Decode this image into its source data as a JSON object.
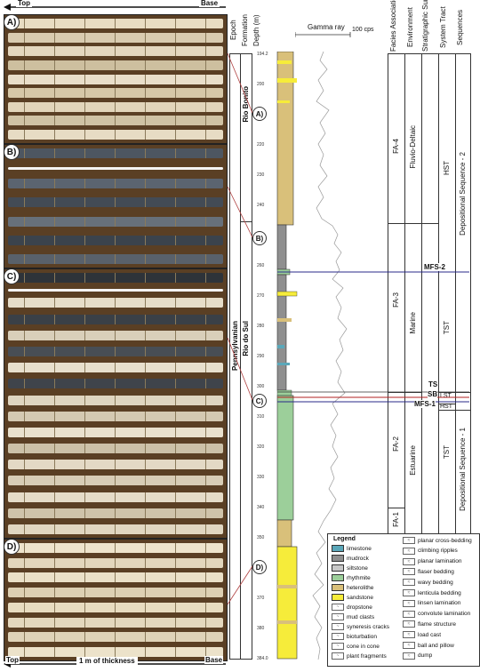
{
  "top_axis": {
    "left_label": "Top",
    "right_label": "Base"
  },
  "bottom_axis": {
    "left_label": "Top",
    "right_label": "Base",
    "scale_label": "1 m of thickness"
  },
  "core_boxes": [
    {
      "label": "A)",
      "row_colors": [
        "#e8dcc2",
        "#d9cbb0",
        "#e4d7bf",
        "#cdbf9f",
        "#e9dfca",
        "#d6c8a8",
        "#e2d5ba",
        "#cfc2a4",
        "#e7dcc4"
      ]
    },
    {
      "label": "B)",
      "row_colors": [
        "#4d5661",
        "#ffffff",
        "#5b6470",
        "#434b55",
        "#67707a",
        "#3b434c",
        "#59616b"
      ]
    },
    {
      "label": "C)",
      "row_colors": [
        "#2e3339",
        "#ffffff",
        "#e6ddc9",
        "#3a4047",
        "#d9cfba",
        "#484e55",
        "#e8e0cd",
        "#3f444b",
        "#dfd5c0",
        "#d4c9b2",
        "#e9e1ce",
        "#ccc1a8",
        "#e3d9c5",
        "#d8cdb6",
        "#e5dcc8",
        "#cfc3aa",
        "#e0d6c1"
      ]
    },
    {
      "label": "D)",
      "row_colors": [
        "#eee4cc",
        "#e2d6bc",
        "#ebe1c8",
        "#ddd0b3",
        "#e8dcc0",
        "#e4d8be",
        "#dfd3b8",
        "#ece2ca"
      ]
    }
  ],
  "column_headers": {
    "epoch": "Epoch",
    "formation": "Formation",
    "depth": "Depth (m)",
    "gamma": "Gamma ray",
    "gamma_scale": "100 cps",
    "facies": "Facies Association",
    "environment": "Environment",
    "surfaces": "Stratigraphic Surfaces",
    "system_tract": "System Tract",
    "sequences": "Sequences"
  },
  "epoch": "Pennsylvanian",
  "formations": {
    "upper": "Rio Bonito",
    "lower": "Rio do Sul"
  },
  "depth_ticks": [
    "194.2",
    "200",
    "210",
    "220",
    "230",
    "240",
    "250",
    "260",
    "270",
    "280",
    "290",
    "300",
    "310",
    "320",
    "330",
    "340",
    "350",
    "360",
    "370",
    "380",
    "384.0"
  ],
  "markers": [
    "A)",
    "B)",
    "C)",
    "D)"
  ],
  "facies_associations": [
    "FA-4",
    "FA-3",
    "FA-2",
    "FA-1"
  ],
  "environments": [
    "Fluvio-Deltaic",
    "Marine",
    "Estuarine"
  ],
  "surfaces": {
    "mfs2": "MFS-2",
    "ts": "TS",
    "sb": "SB",
    "mfs1": "MFS-1"
  },
  "system_tracts": [
    "HST",
    "TST",
    "LST",
    "HST",
    "TST"
  ],
  "sequences": [
    "Depositional Sequence - 2",
    "Depositional Sequence - 1"
  ],
  "legend": {
    "title": "Legend",
    "lithologies": [
      {
        "label": "limestone",
        "color": "#5aa7b9"
      },
      {
        "label": "mudrock",
        "color": "#8f8f8f"
      },
      {
        "label": "siltstone",
        "color": "#c8c8c8"
      },
      {
        "label": "rhythmite",
        "color": "#9ccf9a"
      },
      {
        "label": "heterolithe",
        "color": "#d9c07a"
      },
      {
        "label": "sandstone",
        "color": "#f6ec3a"
      }
    ],
    "features_left": [
      "dropstone",
      "mud clasts",
      "syneresis cracks",
      "bioturbation",
      "cone in cone",
      "plant fragments"
    ],
    "features_right": [
      "planar cross-bedding",
      "climbing ripples",
      "planar lamination",
      "flaser bedding",
      "wavy bedding",
      "lenticula bedding",
      "linsen lamination",
      "convolute lamination",
      "flame structure",
      "load cast",
      "ball and pillow",
      "dump"
    ]
  }
}
